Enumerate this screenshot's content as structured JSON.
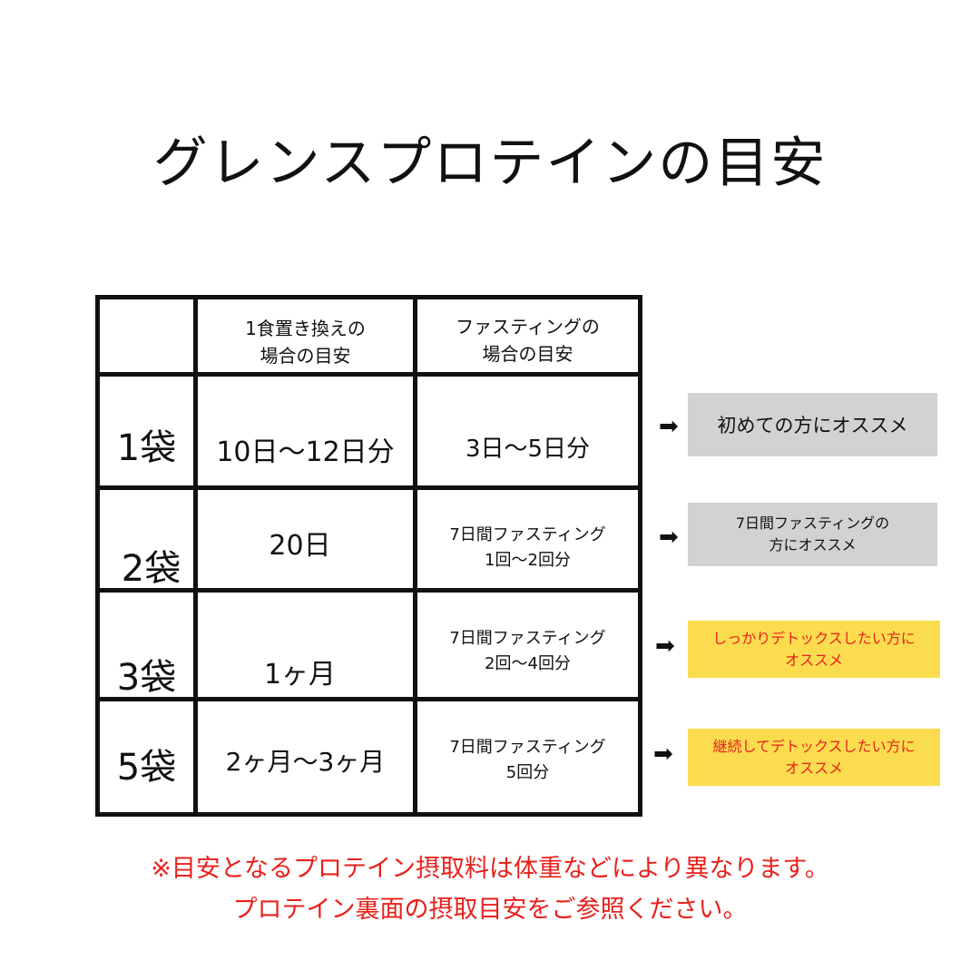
{
  "title": "グレンスプロテインの目安",
  "table": {
    "header": {
      "col1": "",
      "col2_line1": "1食置き換えの",
      "col2_line2": "場合の目安",
      "col3_line1": "ファスティングの",
      "col3_line2": "場合の目安"
    },
    "rows": [
      {
        "bags": "1袋",
        "meal": "10日〜12日分",
        "fasting_line1": "3日〜5日分",
        "fasting_line2": ""
      },
      {
        "bags": "2袋",
        "meal": "20日",
        "fasting_line1": "7日間ファスティング",
        "fasting_line2": "1回〜2回分"
      },
      {
        "bags": "3袋",
        "meal": "1ヶ月",
        "fasting_line1": "7日間ファスティング",
        "fasting_line2": "2回〜4回分"
      },
      {
        "bags": "5袋",
        "meal": "2ヶ月〜3ヶ月",
        "fasting_line1": "7日間ファスティング",
        "fasting_line2": "5回分"
      }
    ]
  },
  "notes": [
    {
      "arrow": "➡",
      "line1": "初めての方にオススメ",
      "line2": "",
      "style": "gray"
    },
    {
      "arrow": "➡",
      "line1": "7日間ファスティングの",
      "line2": "方にオススメ",
      "style": "gray"
    },
    {
      "arrow": "➡",
      "line1": "しっかりデトックスしたい方に",
      "line2": "オススメ",
      "style": "yellow"
    },
    {
      "arrow": "➡",
      "line1": "継続してデトックスしたい方に",
      "line2": "オススメ",
      "style": "yellow"
    }
  ],
  "footer": {
    "line1": "※目安となるプロテイン摂取料は体重などにより異なります。",
    "line2": "プロテイン裏面の摂取目安をご参照ください。"
  },
  "colors": {
    "red": "#e8211c",
    "yellow": "#fbdc4f",
    "gray": "#d2d2d2",
    "border": "#111111"
  }
}
